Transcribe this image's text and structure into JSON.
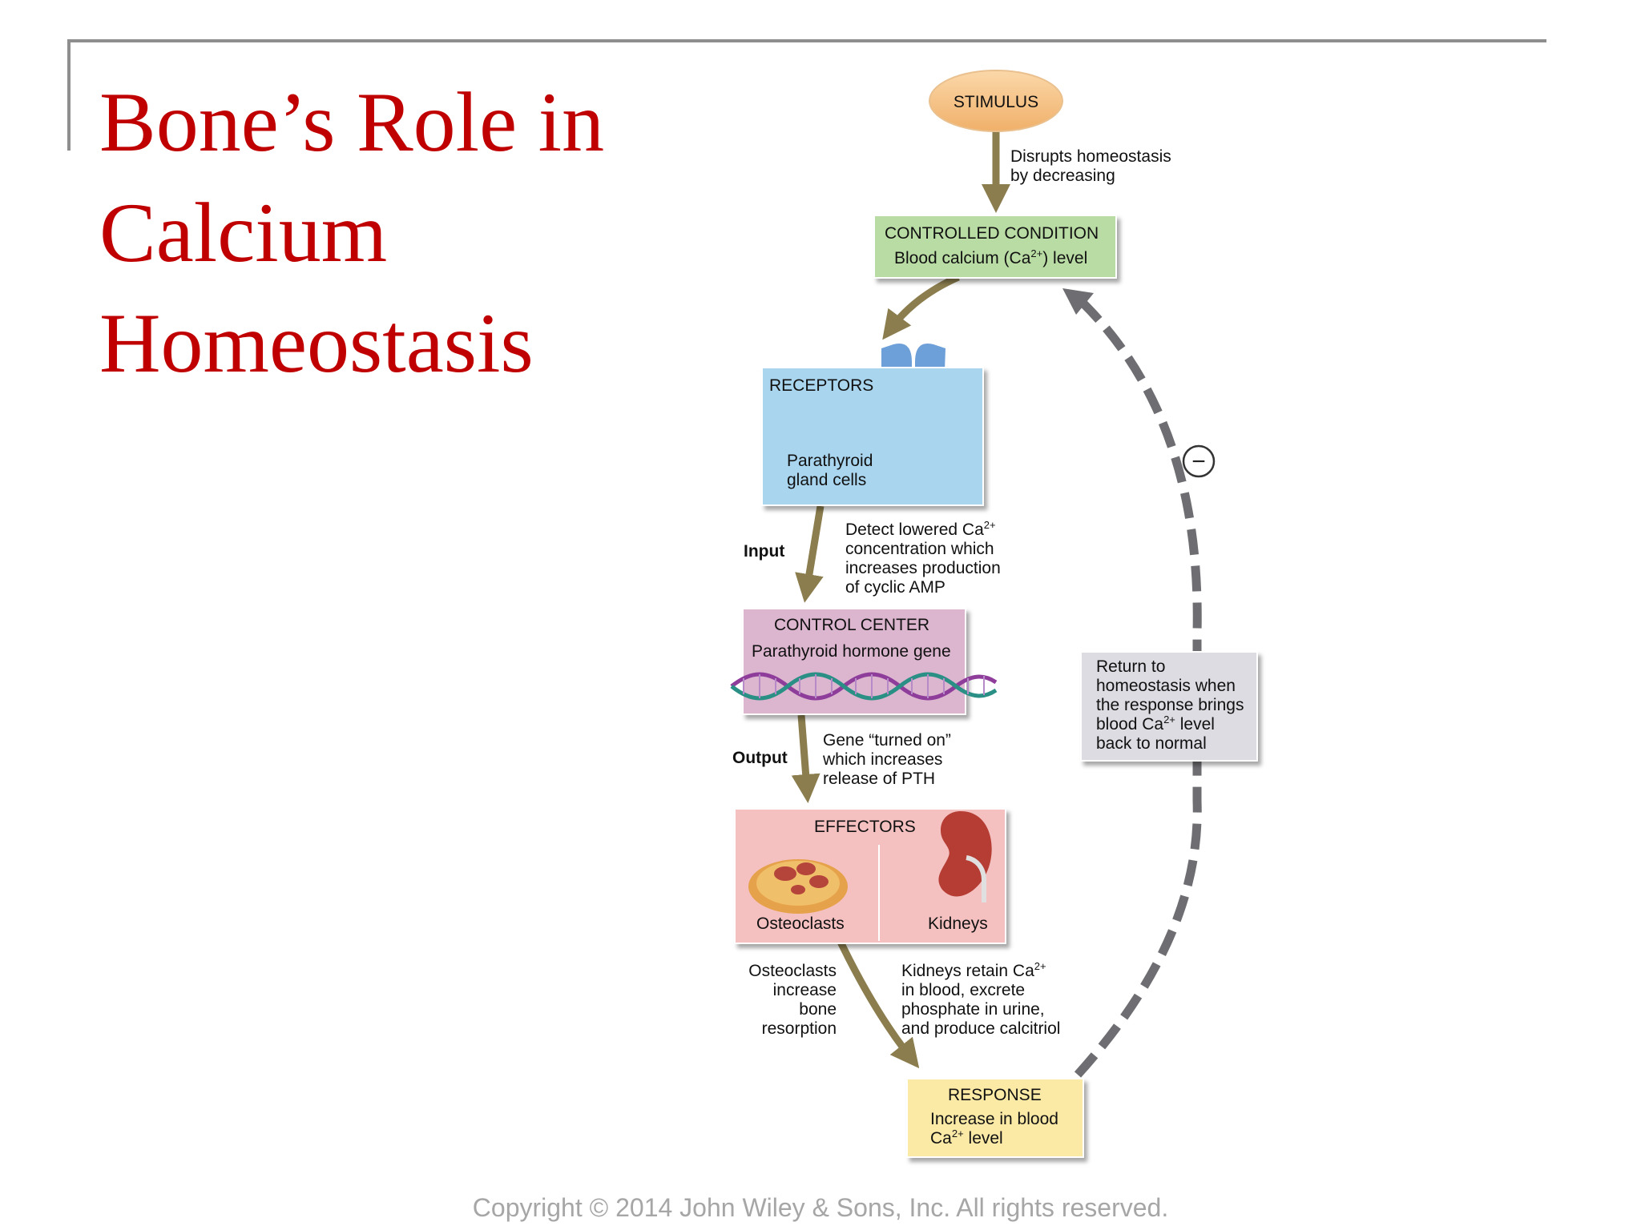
{
  "title": [
    "Bone’s Role in",
    "Calcium",
    "Homeostasis"
  ],
  "footer": "Copyright © 2014 John Wiley & Sons, Inc. All rights reserved.",
  "stimulus": {
    "label": "STIMULUS"
  },
  "stimulus_note": [
    "Disrupts homeostasis",
    "by decreasing"
  ],
  "controlled": {
    "heading": "CONTROLLED CONDITION",
    "text": "Blood calcium (Ca",
    "sup": "2+",
    "text_after": ") level"
  },
  "receptors": {
    "heading": "RECEPTORS",
    "text": [
      "Parathyroid",
      "gland cells"
    ]
  },
  "input": {
    "label": "Input",
    "note": [
      "Detect lowered Ca",
      "concentration which",
      "increases production",
      "of cyclic AMP"
    ],
    "note_sup": "2+"
  },
  "control_center": {
    "heading": "CONTROL CENTER",
    "text": "Parathyroid hormone gene"
  },
  "output": {
    "label": "Output",
    "note": [
      "Gene “turned on”",
      "which increases",
      "release of PTH"
    ]
  },
  "effectors": {
    "heading": "EFFECTORS",
    "left": "Osteoclasts",
    "right": "Kidneys"
  },
  "osteoclast_note": [
    "Osteoclasts",
    "increase",
    "bone",
    "resorption"
  ],
  "kidney_note": [
    "Kidneys retain Ca",
    "in blood, excrete",
    "phosphate in urine,",
    "and produce calcitriol"
  ],
  "kidney_note_sup": "2+",
  "response": {
    "heading": "RESPONSE",
    "line1": "Increase in blood",
    "line2_pre": "Ca",
    "line2_sup": "2+",
    "line2_post": " level"
  },
  "feedback": {
    "symbol": "−",
    "note": [
      "Return to",
      "homeostasis when",
      "the response brings",
      "blood Ca",
      "back to normal"
    ],
    "note_sup": "2+",
    "note_suffix": " level"
  },
  "colors": {
    "title": "#c00000",
    "arrow": "#8b7d4e",
    "dash": "#6e6e72",
    "stimulus": "#f6c488",
    "controlled": "#b9dca4",
    "receptors": "#a9d5ee",
    "control_center": "#dcb5cf",
    "effectors": "#f4c0c0",
    "response": "#fbe9a6",
    "feedback_box": "#dcdce2"
  }
}
